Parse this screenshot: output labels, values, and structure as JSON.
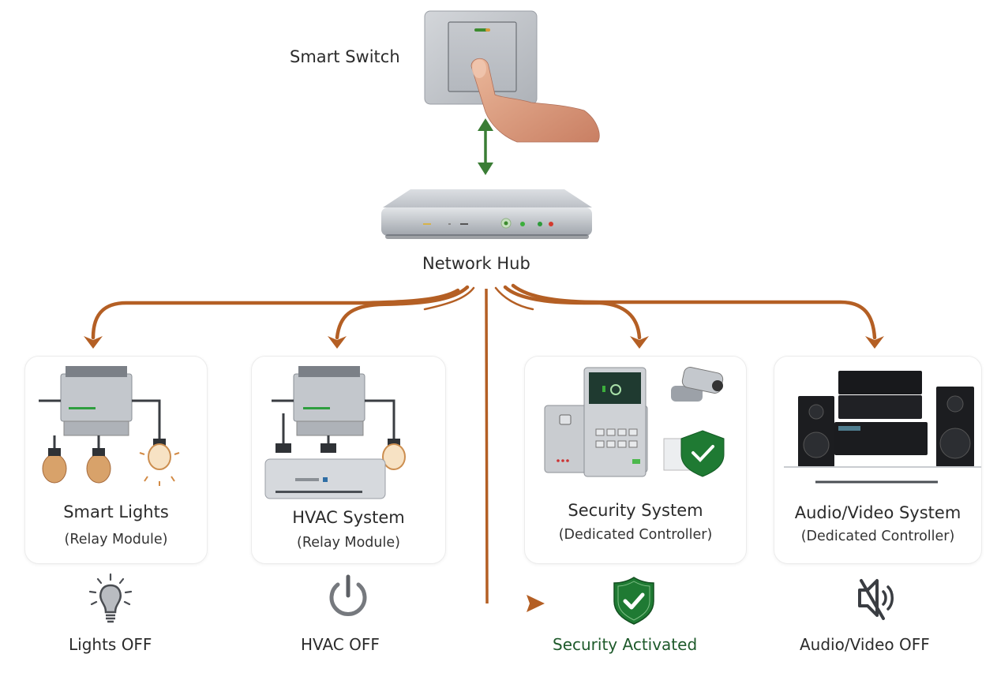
{
  "colors": {
    "connector": "#b45f24",
    "sync_arrow": "#3a7d35",
    "security_green": "#1e6b2e",
    "text": "#2b2b2b"
  },
  "top": {
    "switch_label": "Smart Switch",
    "hub_label": "Network Hub"
  },
  "devices": [
    {
      "title": "Smart Lights",
      "subtitle": "(Relay Module)",
      "icon": "relay-with-bulbs"
    },
    {
      "title": "HVAC System",
      "subtitle": "(Relay Module)",
      "icon": "relay-with-ac-unit"
    },
    {
      "title": "Security System",
      "subtitle": "(Dedicated Controller)",
      "icon": "alarm-panel-camera-shield"
    },
    {
      "title": "Audio/Video System",
      "subtitle": "(Dedicated Controller)",
      "icon": "stereo-stack-speakers"
    }
  ],
  "statuses": [
    {
      "label": "Lights OFF",
      "icon": "lightbulb-icon"
    },
    {
      "label": "HVAC OFF",
      "icon": "power-icon"
    },
    {
      "label": "Security Activated",
      "icon": "shield-check-icon"
    },
    {
      "label": "Audio/Video OFF",
      "icon": "speaker-muted-icon"
    }
  ]
}
